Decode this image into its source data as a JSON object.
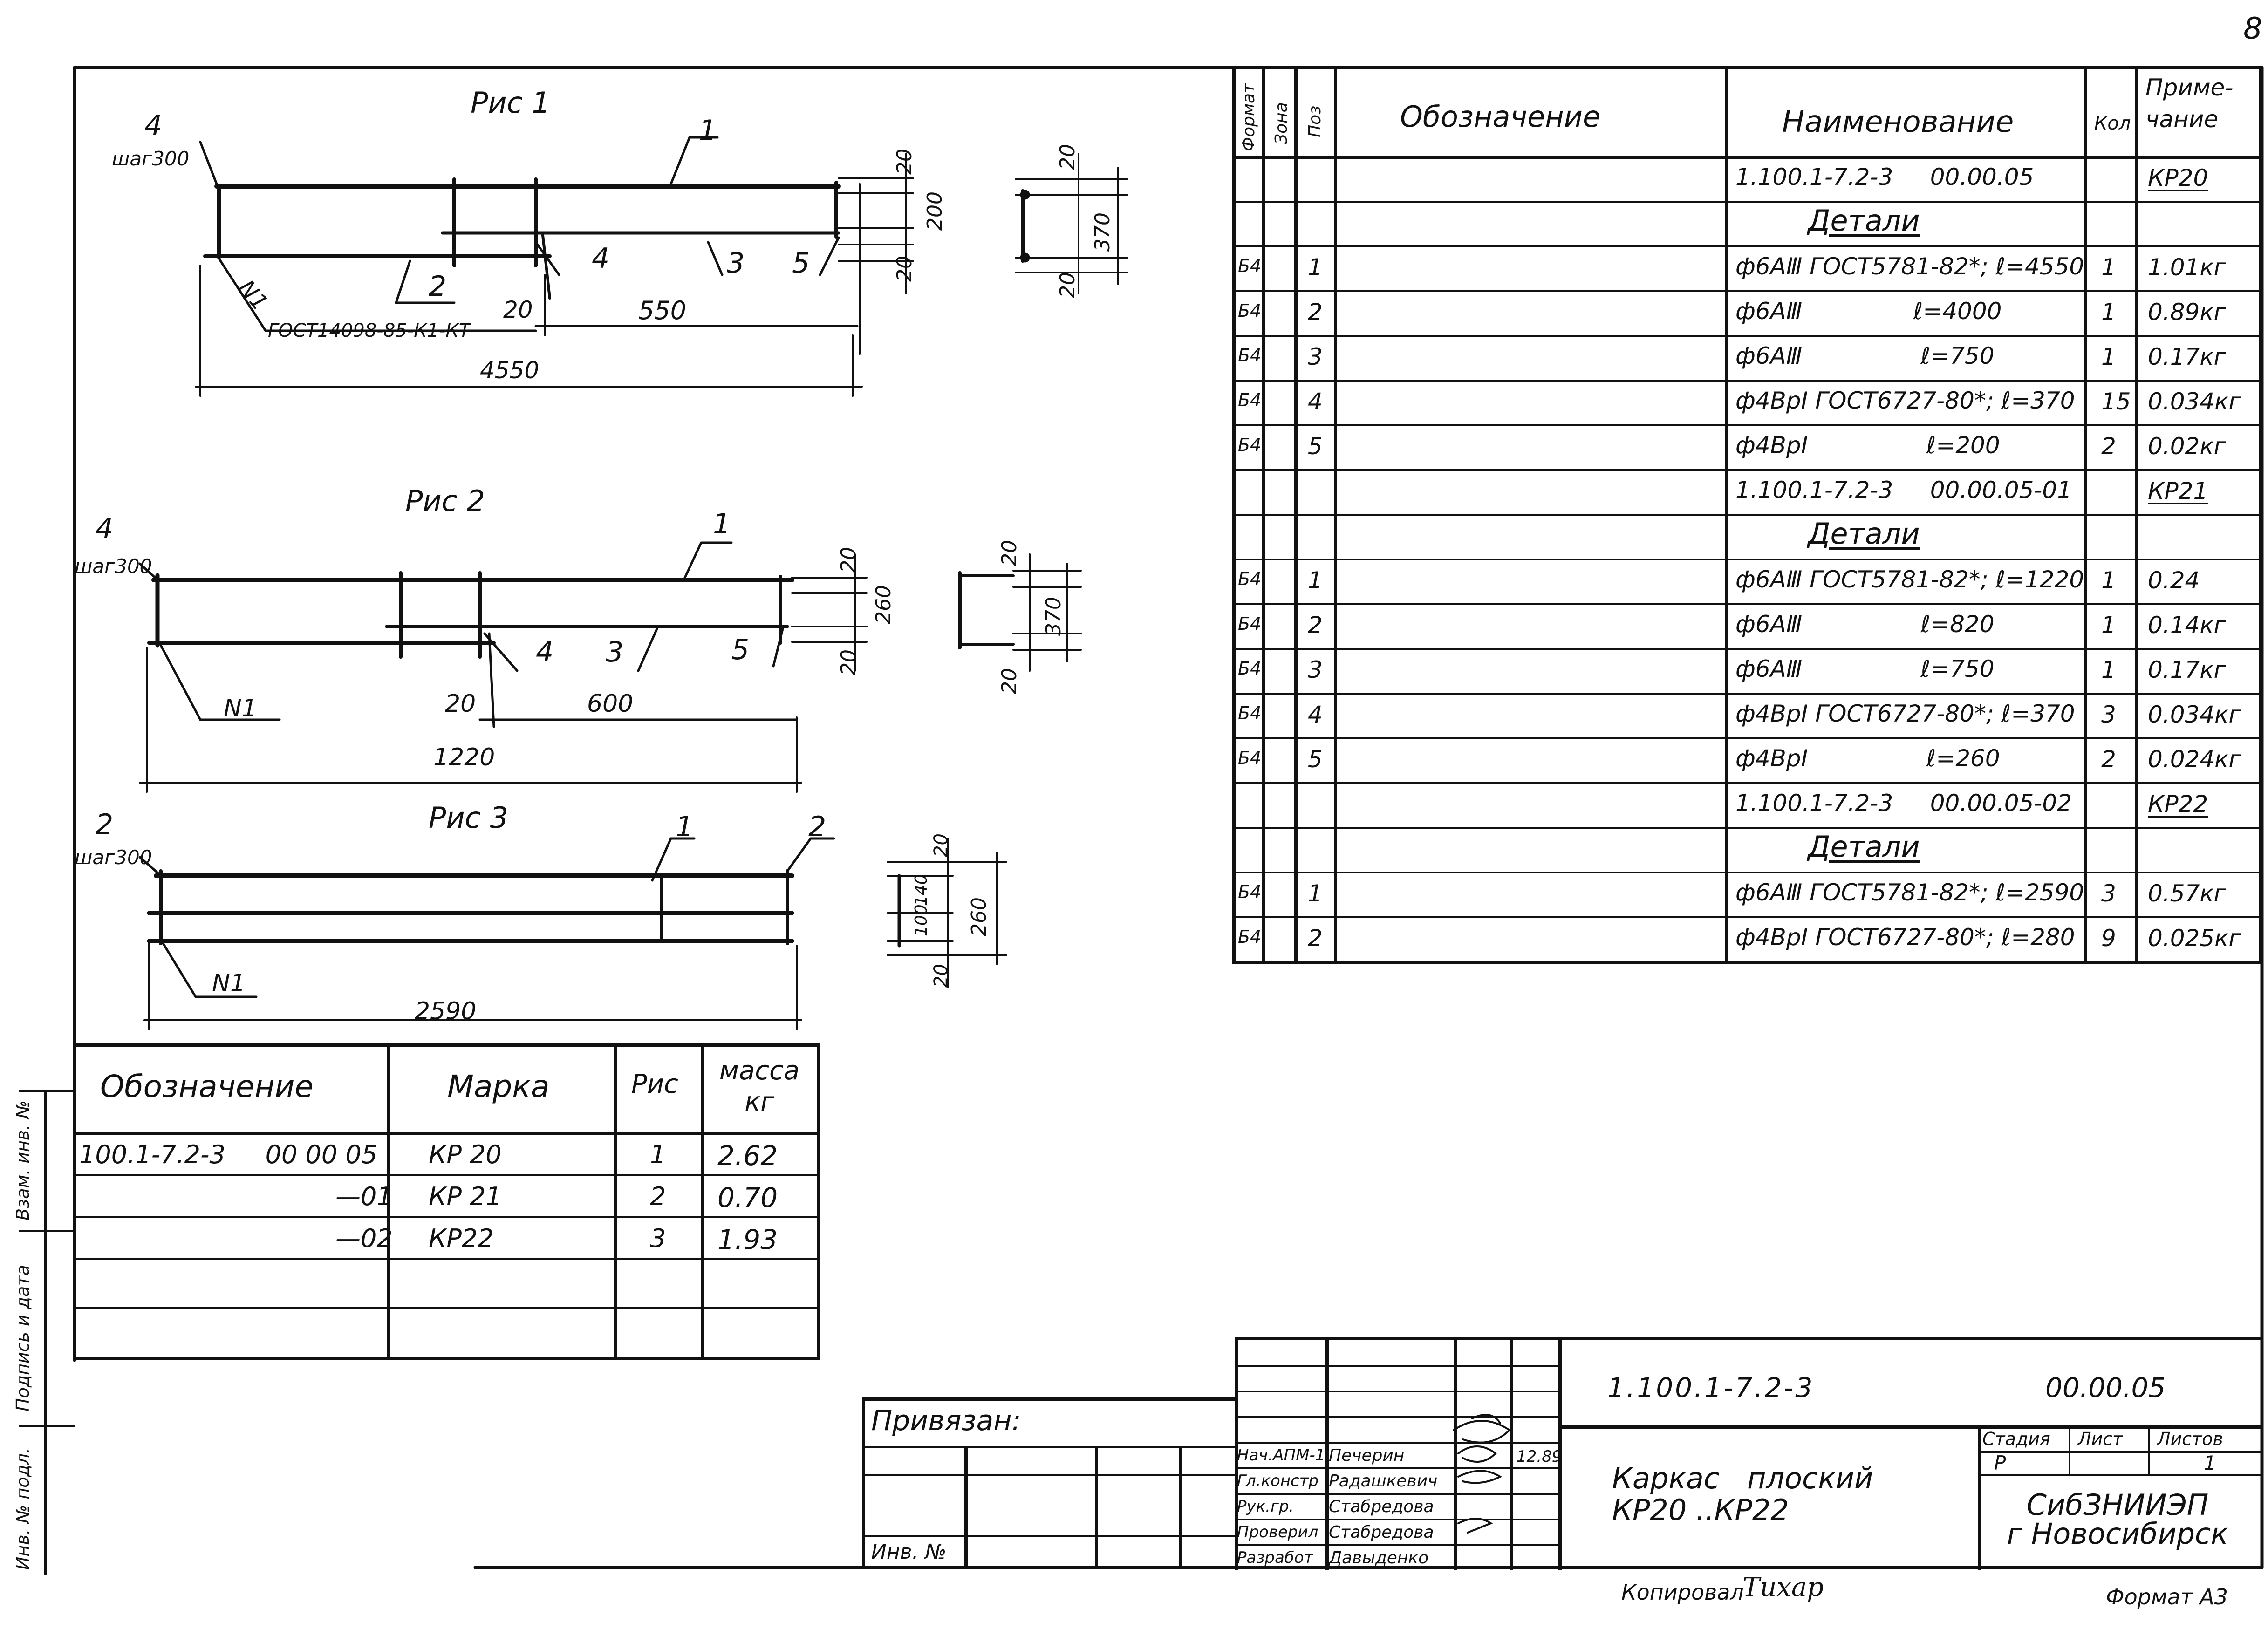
{
  "page_number": "8",
  "figures": [
    {
      "title": "Рис 1",
      "positions": [
        "1",
        "2",
        "3",
        "4",
        "5"
      ],
      "pitch_label": "шаг300",
      "weld_label": "N1",
      "gost_label": "ГОСТ14098-85-К1-КТ",
      "dims": {
        "length": "4550",
        "offset": "20",
        "bar3": "550",
        "d20a": "20",
        "d200": "200",
        "d20b": "20",
        "section_20": "20",
        "section_370": "370",
        "section_20b": "20"
      }
    },
    {
      "title": "Рис 2",
      "positions": [
        "1",
        "3",
        "4",
        "5"
      ],
      "pitch_label": "шаг300",
      "weld_label": "N1",
      "dims": {
        "length": "1220",
        "offset": "20",
        "bar3": "600",
        "d20a": "20",
        "d260": "260",
        "d20b": "20",
        "section_20": "20",
        "section_370": "370",
        "section_20b": "20"
      }
    },
    {
      "title": "Рис 3",
      "positions": [
        "2",
        "1",
        "2"
      ],
      "pitch_label": "шаг300",
      "weld_label": "N1",
      "dims": {
        "length": "2590",
        "d20a": "20",
        "d140": "140",
        "d100": "100",
        "d260": "260",
        "d20b": "20"
      }
    }
  ],
  "spec_table": {
    "headers": {
      "format": "Формат",
      "zone": "Зона",
      "pos": "Поз",
      "designation": "Обозначение",
      "name": "Наименование",
      "qty": "Кол",
      "note": "Приме-\nчание"
    },
    "rows": [
      {
        "f": "",
        "z": "",
        "p": "",
        "d": "",
        "name": "1.100.1-7.2-3     00.00.05",
        "q": "",
        "n": "КР20",
        "type": "assembly"
      },
      {
        "f": "",
        "z": "",
        "p": "",
        "d": "",
        "name": "Детали",
        "q": "",
        "n": "",
        "type": "section"
      },
      {
        "f": "Б4",
        "z": "",
        "p": "1",
        "d": "",
        "name": "ф6АⅢ ГОСТ5781-82*; ℓ=4550",
        "q": "1",
        "n": "1.01кг",
        "type": "item"
      },
      {
        "f": "Б4",
        "z": "",
        "p": "2",
        "d": "",
        "name": "ф6АⅢ               ℓ=4000",
        "q": "1",
        "n": "0.89кг",
        "type": "item"
      },
      {
        "f": "Б4",
        "z": "",
        "p": "3",
        "d": "",
        "name": "ф6АⅢ                ℓ=750",
        "q": "1",
        "n": "0.17кг",
        "type": "item"
      },
      {
        "f": "Б4",
        "z": "",
        "p": "4",
        "d": "",
        "name": "ф4ВрⅠ ГОСТ6727-80*; ℓ=370",
        "q": "15",
        "n": "0.034кг",
        "type": "item"
      },
      {
        "f": "Б4",
        "z": "",
        "p": "5",
        "d": "",
        "name": "ф4ВрⅠ                ℓ=200",
        "q": "2",
        "n": "0.02кг",
        "type": "item"
      },
      {
        "f": "",
        "z": "",
        "p": "",
        "d": "",
        "name": "1.100.1-7.2-3     00.00.05-01",
        "q": "",
        "n": "КР21",
        "type": "assembly"
      },
      {
        "f": "",
        "z": "",
        "p": "",
        "d": "",
        "name": "Детали",
        "q": "",
        "n": "",
        "type": "section"
      },
      {
        "f": "Б4",
        "z": "",
        "p": "1",
        "d": "",
        "name": "ф6АⅢ ГОСТ5781-82*; ℓ=1220",
        "q": "1",
        "n": "0.24",
        "type": "item"
      },
      {
        "f": "Б4",
        "z": "",
        "p": "2",
        "d": "",
        "name": "ф6АⅢ                ℓ=820",
        "q": "1",
        "n": "0.14кг",
        "type": "item"
      },
      {
        "f": "Б4",
        "z": "",
        "p": "3",
        "d": "",
        "name": "ф6АⅢ                ℓ=750",
        "q": "1",
        "n": "0.17кг",
        "type": "item"
      },
      {
        "f": "Б4",
        "z": "",
        "p": "4",
        "d": "",
        "name": "ф4ВрⅠ ГОСТ6727-80*; ℓ=370",
        "q": "3",
        "n": "0.034кг",
        "type": "item"
      },
      {
        "f": "Б4",
        "z": "",
        "p": "5",
        "d": "",
        "name": "ф4ВрⅠ                ℓ=260",
        "q": "2",
        "n": "0.024кг",
        "type": "item"
      },
      {
        "f": "",
        "z": "",
        "p": "",
        "d": "",
        "name": "1.100.1-7.2-3     00.00.05-02",
        "q": "",
        "n": "КР22",
        "type": "assembly"
      },
      {
        "f": "",
        "z": "",
        "p": "",
        "d": "",
        "name": "Детали",
        "q": "",
        "n": "",
        "type": "section"
      },
      {
        "f": "Б4",
        "z": "",
        "p": "1",
        "d": "",
        "name": "ф6АⅢ ГОСТ5781-82*; ℓ=2590",
        "q": "3",
        "n": "0.57кг",
        "type": "item"
      },
      {
        "f": "Б4",
        "z": "",
        "p": "2",
        "d": "",
        "name": "ф4ВрⅠ ГОСТ6727-80*; ℓ=280",
        "q": "9",
        "n": "0.025кг",
        "type": "item"
      }
    ]
  },
  "mass_table": {
    "headers": {
      "designation": "Обозначение",
      "mark": "Марка",
      "fig": "Рис",
      "mass": "масса\nкг"
    },
    "rows": [
      {
        "designation": "100.1-7.2-3     00 00 05",
        "mark": "КР 20",
        "fig": "1",
        "mass": "2.62"
      },
      {
        "designation": "—01",
        "mark": "КР 21",
        "fig": "2",
        "mass": "0.70"
      },
      {
        "designation": "—02",
        "mark": "КР22",
        "fig": "3",
        "mass": "1.93"
      }
    ]
  },
  "side_stamp": [
    "Инв. № подл.",
    "Подпись и дата",
    "Взам. инв. №"
  ],
  "title_block": {
    "attached": "Привязан:",
    "inv_no": "Инв. №",
    "doc_code": "1.100.1-7.2-3",
    "doc_suffix": "00.00.05",
    "title": "Каркас   плоский\nКР20 ..КР22",
    "stage_label": "Стадия",
    "sheet_label": "Лист",
    "sheets_label": "Листов",
    "stage": "Р",
    "sheet": "",
    "sheets": "1",
    "org": "СибЗНИИЭП\nг Новосибирск",
    "date": "12.89",
    "people": [
      {
        "role": "Нач.АПМ-1",
        "name": "Печерин"
      },
      {
        "role": "Гл.констр",
        "name": "Радашкевич"
      },
      {
        "role": "Рук.гр.",
        "name": "Стабредова"
      },
      {
        "role": "Проверил",
        "name": "Стабредова"
      },
      {
        "role": "Разработ",
        "name": "Давыденко"
      }
    ],
    "copied": "Копировал",
    "copier": "Тихар",
    "format": "Формат А3"
  }
}
